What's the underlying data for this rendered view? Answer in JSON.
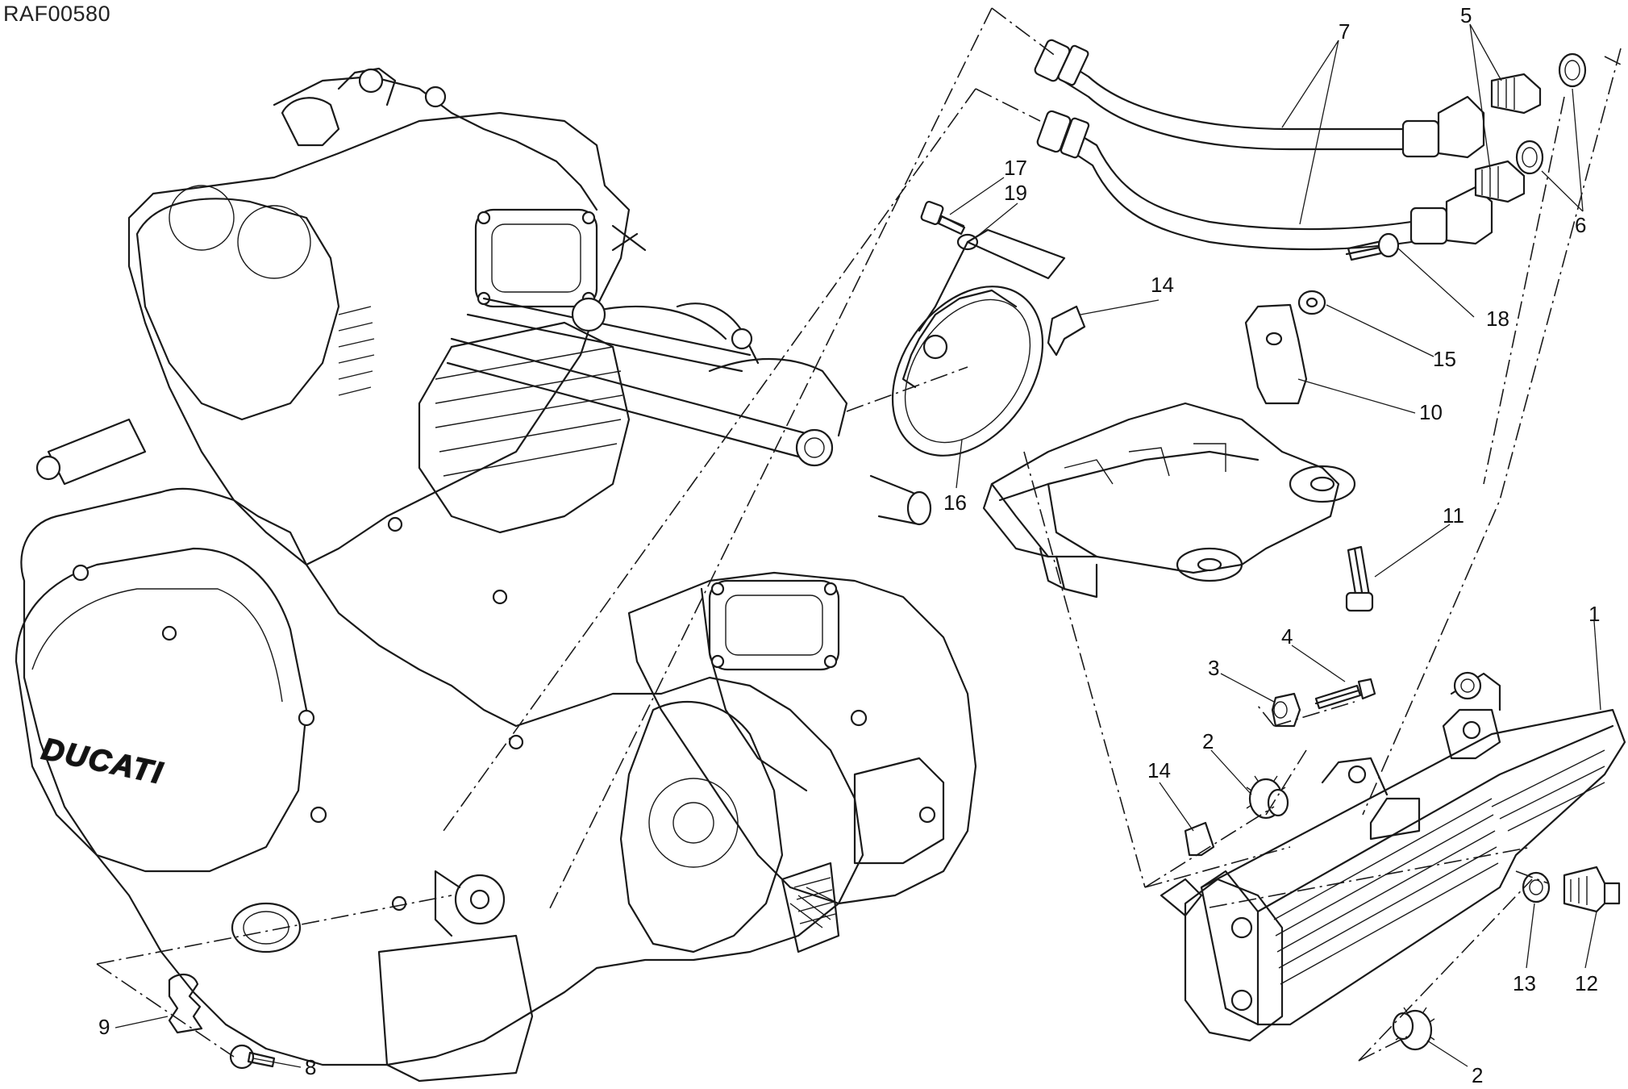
{
  "diagram_code": "RAF00580",
  "brand_lettering": "DUCATI",
  "callouts": [
    {
      "id": "c1",
      "label": "1"
    },
    {
      "id": "c2a",
      "label": "2"
    },
    {
      "id": "c2b",
      "label": "2"
    },
    {
      "id": "c3",
      "label": "3"
    },
    {
      "id": "c4",
      "label": "4"
    },
    {
      "id": "c5",
      "label": "5"
    },
    {
      "id": "c6",
      "label": "6"
    },
    {
      "id": "c7",
      "label": "7"
    },
    {
      "id": "c8",
      "label": "8"
    },
    {
      "id": "c9",
      "label": "9"
    },
    {
      "id": "c10",
      "label": "10"
    },
    {
      "id": "c11",
      "label": "11"
    },
    {
      "id": "c12",
      "label": "12"
    },
    {
      "id": "c13",
      "label": "13"
    },
    {
      "id": "c14a",
      "label": "14"
    },
    {
      "id": "c14b",
      "label": "14"
    },
    {
      "id": "c15",
      "label": "15"
    },
    {
      "id": "c16",
      "label": "16"
    },
    {
      "id": "c17",
      "label": "17"
    },
    {
      "id": "c18",
      "label": "18"
    },
    {
      "id": "c19",
      "label": "19"
    }
  ]
}
